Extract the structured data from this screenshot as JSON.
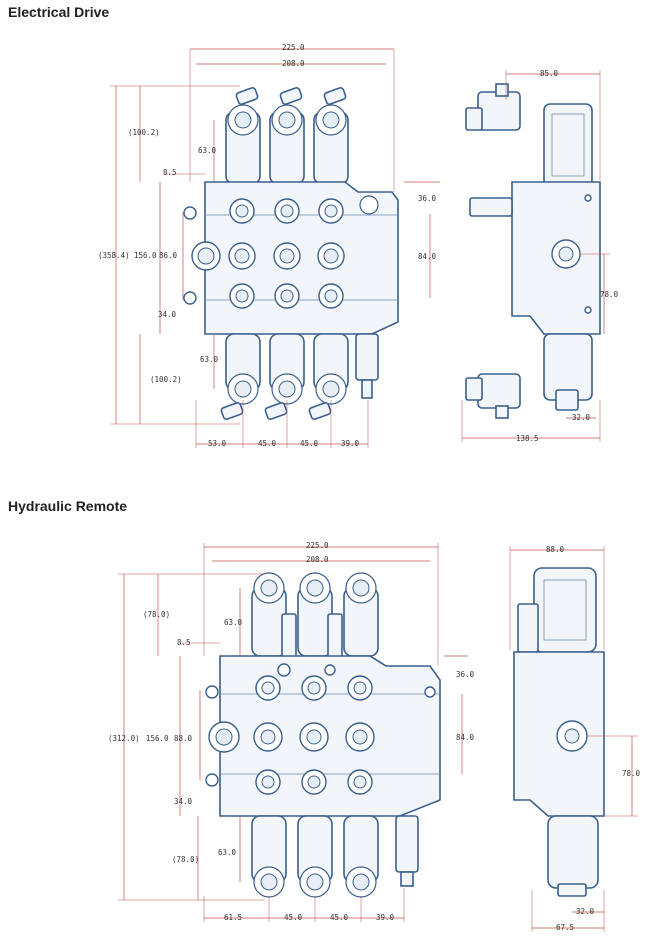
{
  "titles": {
    "electric": "Electrical Drive",
    "hydraulic": "Hydraulic Remote"
  },
  "colors": {
    "outline": "#3a5f8c",
    "dimension": "#c0504d",
    "fill": "#f2f6fb"
  },
  "electric": {
    "front": {
      "d225": "225.0",
      "d208": "208.0",
      "d100top": "(100.2)",
      "d63top": "63.0",
      "d85": "8.5",
      "d358": "(358.4)",
      "d156": "156.0",
      "d86": "86.0",
      "d34": "34.0",
      "d63bot": "63.0",
      "d100bot": "(100.2)",
      "d36": "36.0",
      "d84": "84.0",
      "b53": "53.0",
      "b45a": "45.0",
      "b45b": "45.0",
      "b39": "39.0"
    },
    "side": {
      "d85": "85.0",
      "d78": "78.0",
      "d32": "32.0",
      "d138": "138.5"
    }
  },
  "hydraulic": {
    "front": {
      "d225": "225.0",
      "d208": "208.0",
      "d78top": "(78.0)",
      "d63top": "63.0",
      "d85": "8.5",
      "d312": "(312.0)",
      "d156": "156.0",
      "d88": "88.0",
      "d34": "34.0",
      "d63bot": "63.0",
      "d78bot": "(78.0)",
      "d36": "36.0",
      "d84": "84.0",
      "b61": "61.5",
      "b45a": "45.0",
      "b45b": "45.0",
      "b39": "39.0"
    },
    "side": {
      "d88": "88.0",
      "d78": "78.0",
      "d32": "32.0",
      "d67": "67.5"
    }
  }
}
